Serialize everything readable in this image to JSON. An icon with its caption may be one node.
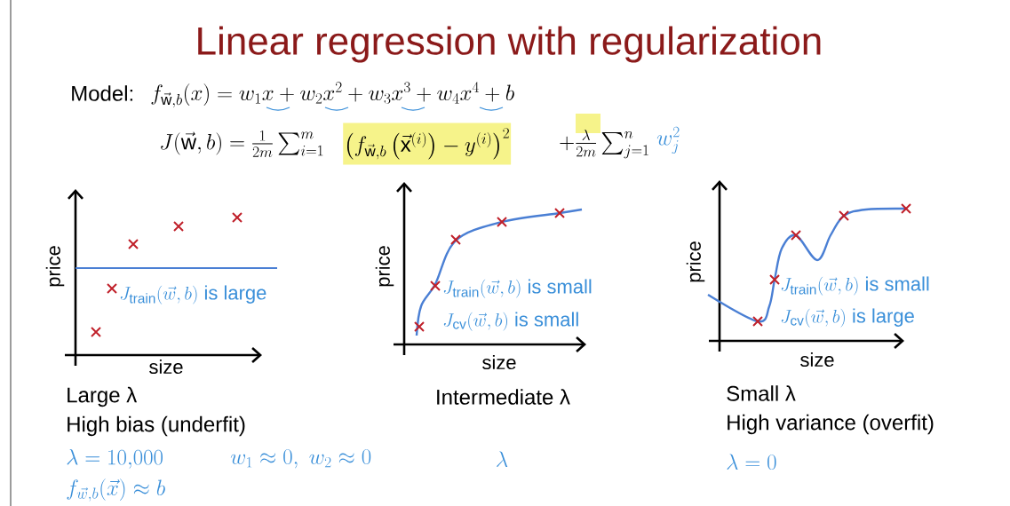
{
  "diagram": {
    "title": "Linear regression with regularization",
    "labels": [
      "Model:",
      "f_{\\vec{\\mathrm{w}},b}(x) = w_1x + w_2x^2 + w_3x^3 + w_4x^4 + b",
      "J(\\vec{\\mathrm{w}},b) = \\frac{1}{2m}\\sum_{i=1}^{m}",
      "\\left(f_{\\vec{\\mathrm{w}},b}\\left(\\vec{\\mathrm{x}}^{(i)}\\right) - y^{(i)}\\right)^2",
      "+\\frac{\\lambda}{2m}\\sum_{j=1}^{n}",
      "w_j^2",
      "price",
      "size",
      "J_{\\mathrm{train}}(\\vec{w},b)\\text{ is large}",
      "price",
      "size",
      "J_{\\mathrm{train}}(\\vec{w},b)\\text{ is small}",
      "J_{\\mathrm{cv}}(\\vec{w},b)\\text{ is small}",
      "price",
      "size",
      "J_{\\mathrm{train}}(\\vec{w},b)\\text{ is small}",
      "J_{\\mathrm{cv}}(\\vec{w},b)\\text{ is large}",
      "Large λ",
      "High bias (underfit)",
      "\\lambda=10{,}000",
      "w_1\\approx 0,\\ w_2\\approx 0",
      "f_{\\vec{w},b}(\\vec{x})\\approx b",
      "Intermediate λ",
      "\\lambda",
      "Small λ",
      "High variance (overfit)",
      "\\lambda=0"
    ]
  }
}
